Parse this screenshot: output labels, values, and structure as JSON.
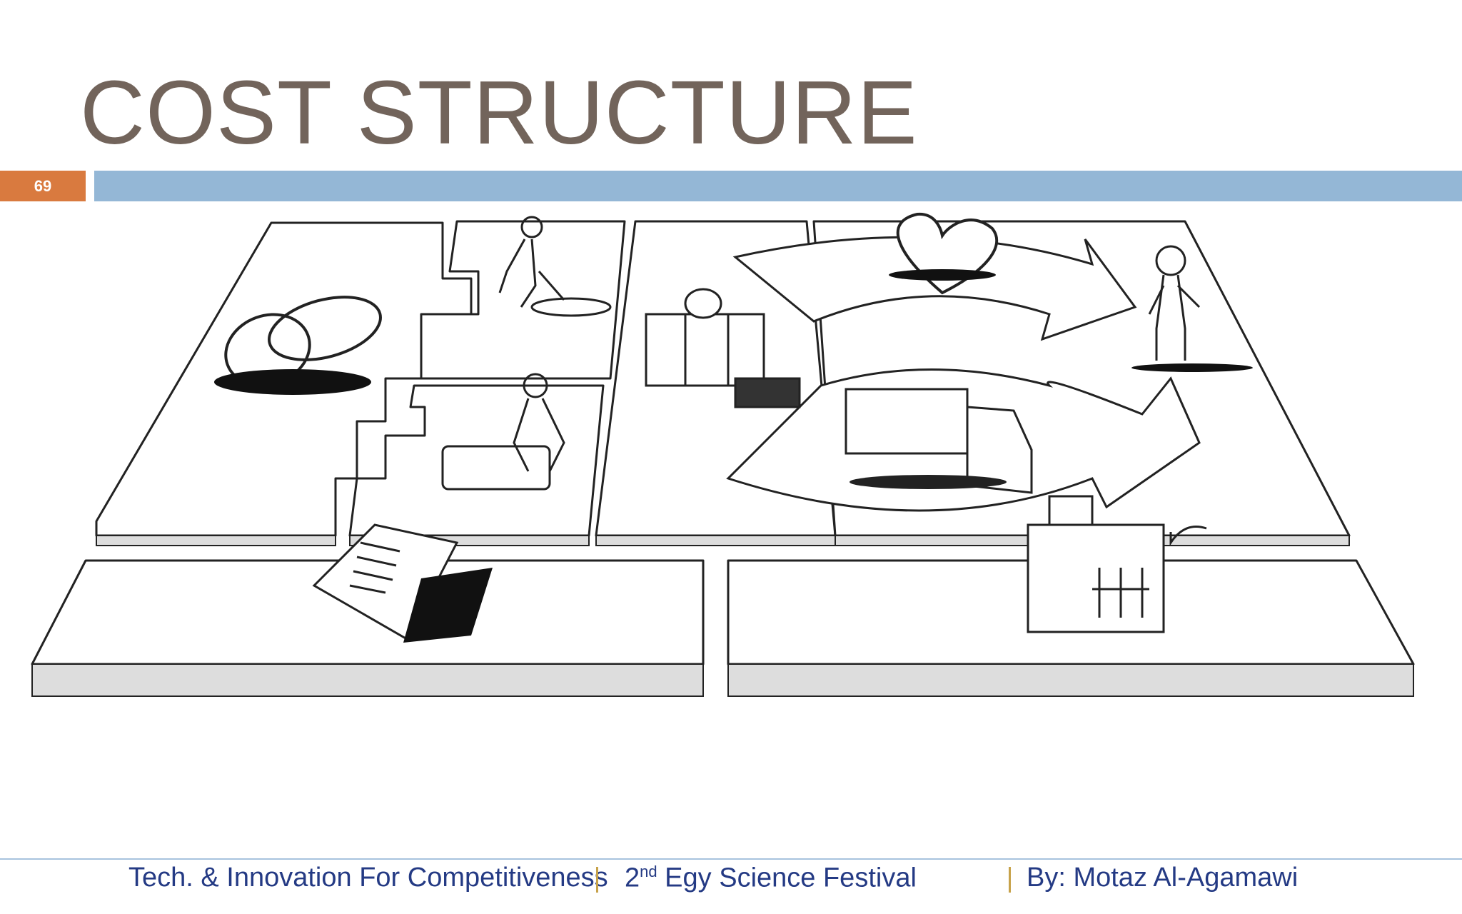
{
  "slide": {
    "title": "COST STRUCTURE",
    "page_number": "69",
    "accent_colors": {
      "title": "#72645b",
      "page_badge": "#d97a3f",
      "top_bar": "#94b7d6",
      "footer_text": "#243a84"
    }
  },
  "illustration": {
    "icons": [
      "rings-icon",
      "digging-worker-icon",
      "worker-with-machine-icon",
      "gift-box-icon",
      "heart-icon",
      "customer-person-icon",
      "truck-icon",
      "cash-register-icon",
      "invoice-document-icon"
    ]
  },
  "footer": {
    "left": "Tech. & Innovation For Competitiveness",
    "center_prefix": "2",
    "center_sup": "nd",
    "center_suffix": " Egy Science Festival",
    "right": "By: Motaz Al-Agamawi"
  }
}
